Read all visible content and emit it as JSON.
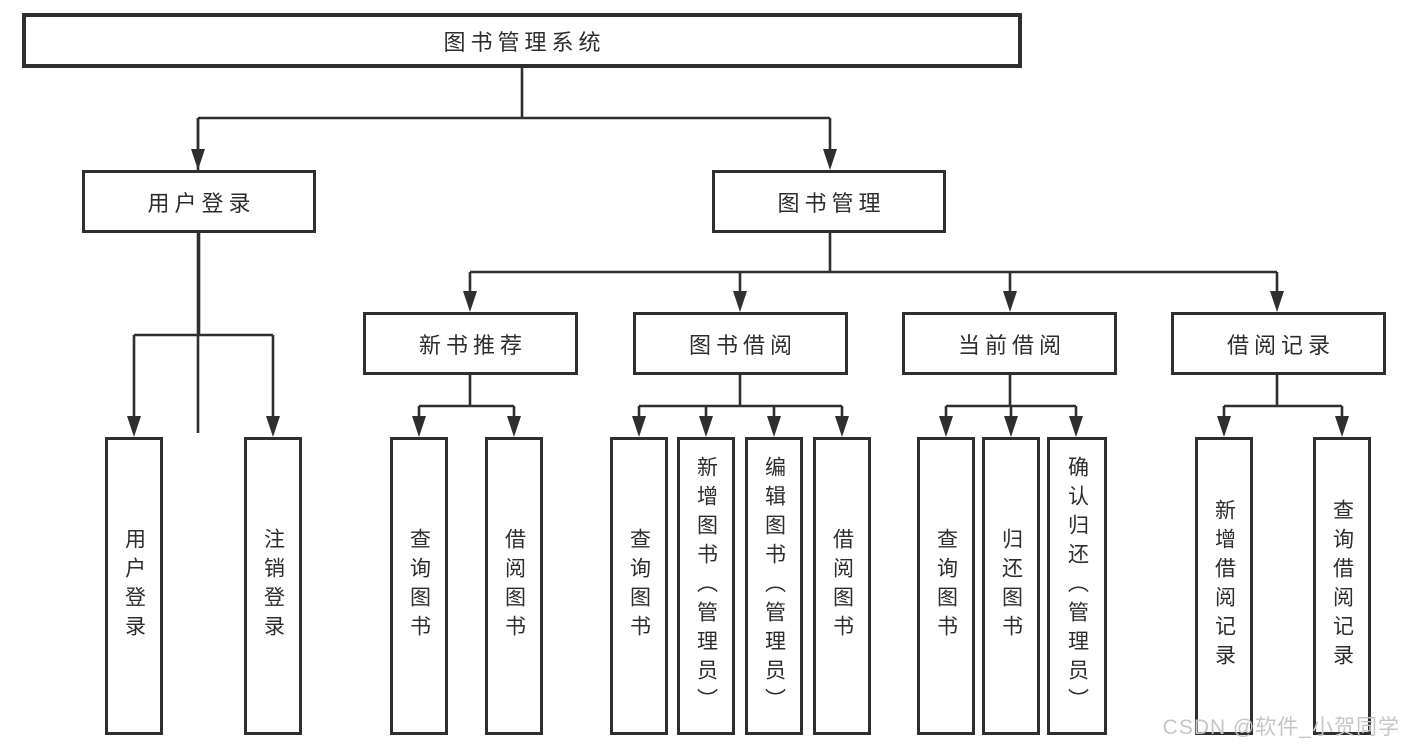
{
  "diagram": {
    "title": "图书管理系统",
    "children": [
      {
        "label": "用户登录",
        "children": [
          {
            "label": "用户登录"
          },
          {
            "label": "注销登录"
          }
        ]
      },
      {
        "label": "图书管理",
        "children": [
          {
            "label": "新书推荐",
            "children": [
              {
                "label": "查询图书"
              },
              {
                "label": "借阅图书"
              }
            ]
          },
          {
            "label": "图书借阅",
            "children": [
              {
                "label": "查询图书"
              },
              {
                "label": "新增图书（管理员）"
              },
              {
                "label": "编辑图书（管理员）"
              },
              {
                "label": "借阅图书"
              }
            ]
          },
          {
            "label": "当前借阅",
            "children": [
              {
                "label": "查询图书"
              },
              {
                "label": "归还图书"
              },
              {
                "label": "确认归还（管理员）"
              }
            ]
          },
          {
            "label": "借阅记录",
            "children": [
              {
                "label": "新增借阅记录"
              },
              {
                "label": "查询借阅记录"
              }
            ]
          }
        ]
      }
    ]
  },
  "watermark": {
    "text": "CSDN @软件_小贺同学"
  },
  "colors": {
    "line": "#2f2f2f",
    "box_border": "#2f2f2f",
    "text": "#2d2d2d",
    "watermark": "#c6c6c6",
    "background": "#ffffff"
  }
}
